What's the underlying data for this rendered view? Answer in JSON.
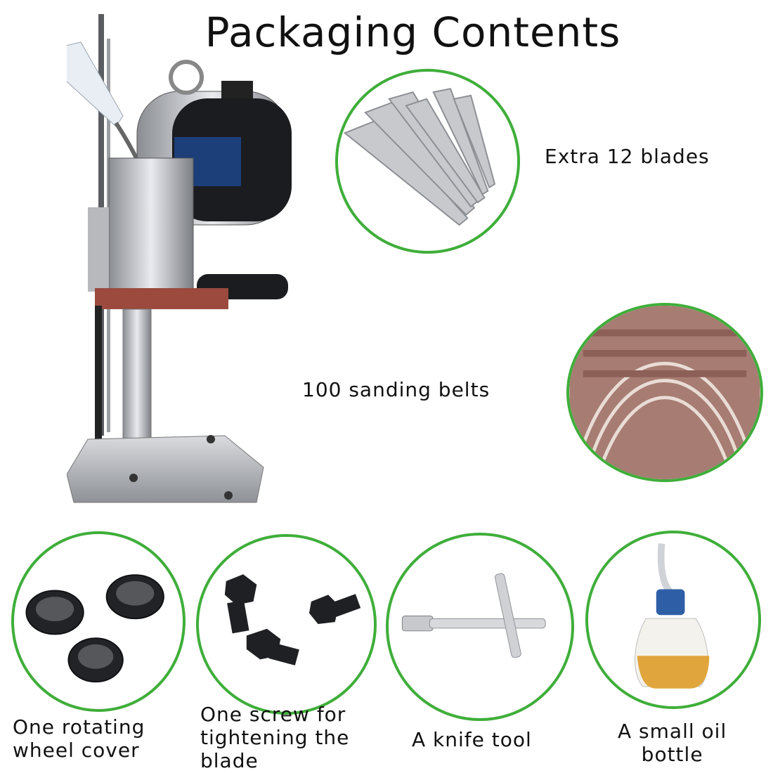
{
  "title": "Packaging Contents",
  "accent_color": "#3fae3a",
  "items": [
    {
      "label": "Extra 12 blades",
      "icon": "blades-icon"
    },
    {
      "label": "100 sanding belts",
      "icon": "sanding-belts-icon"
    },
    {
      "label_lines": [
        "One rotating",
        "wheel cover"
      ],
      "icon": "wheel-cover-rings-icon"
    },
    {
      "label_lines": [
        "One screw for",
        "tightening the",
        "blade"
      ],
      "icon": "screws-icon"
    },
    {
      "label": "A knife tool",
      "icon": "t-wrench-icon"
    },
    {
      "label_lines": [
        "A small oil",
        "bottle"
      ],
      "icon": "oil-bottle-icon"
    }
  ],
  "product_image": "cloth-cutting-machine-icon"
}
